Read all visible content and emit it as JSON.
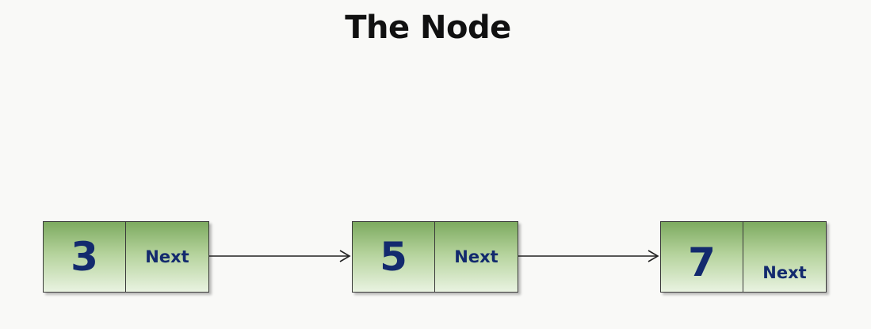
{
  "title": "The Node",
  "nodes": [
    {
      "value": "3",
      "next_label": "Next"
    },
    {
      "value": "5",
      "next_label": "Next"
    },
    {
      "value": "7",
      "next_label": "Next"
    }
  ]
}
